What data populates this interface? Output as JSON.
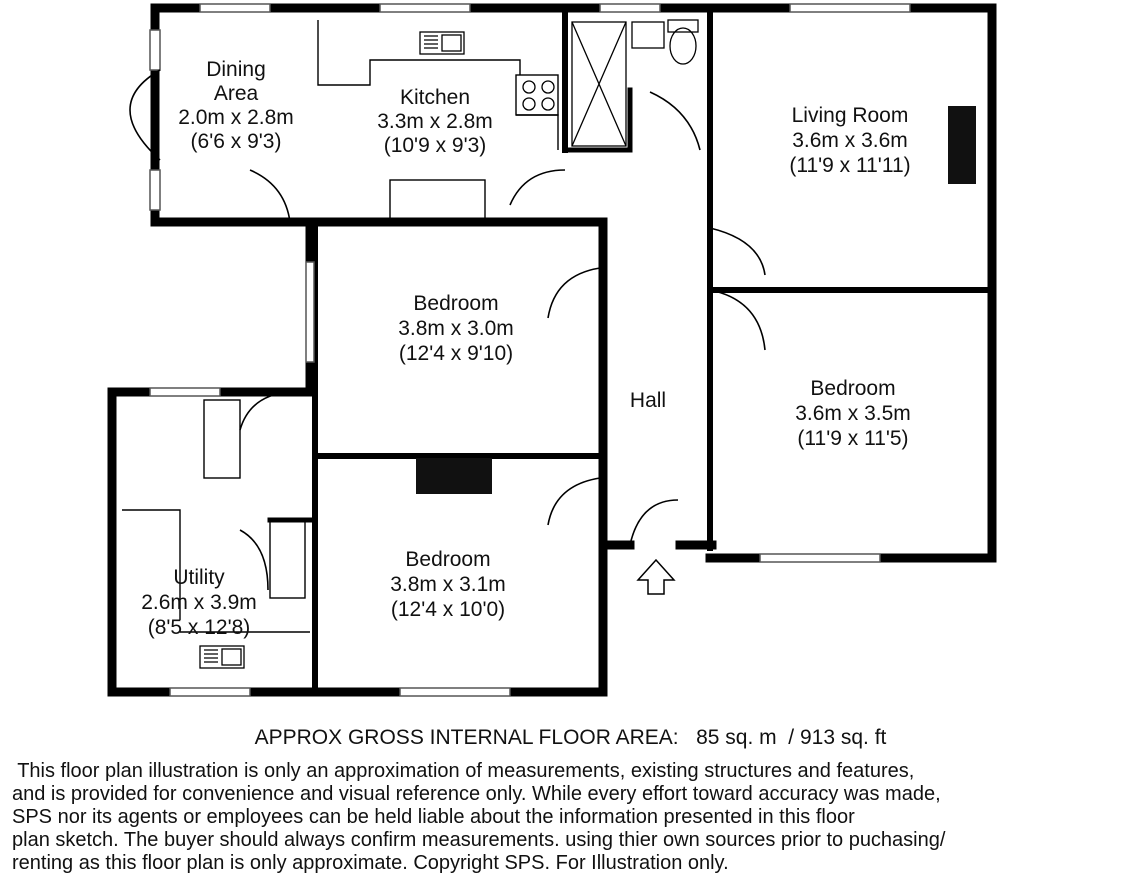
{
  "rooms": {
    "dining": {
      "name": "Dining",
      "name2": "Area",
      "metric": "2.0m x 2.8m",
      "imperial": "(6'6 x 9'3)"
    },
    "kitchen": {
      "name": "Kitchen",
      "metric": "3.3m x 2.8m",
      "imperial": "(10'9 x 9'3)"
    },
    "living": {
      "name": "Living Room",
      "metric": "3.6m x 3.6m",
      "imperial": "(11'9 x 11'11)"
    },
    "bedroom1": {
      "name": "Bedroom",
      "metric": "3.8m x 3.0m",
      "imperial": "(12'4 x 9'10)"
    },
    "hall": {
      "name": "Hall"
    },
    "bedroom2": {
      "name": "Bedroom",
      "metric": "3.6m x 3.5m",
      "imperial": "(11'9 x 11'5)"
    },
    "utility": {
      "name": "Utility",
      "metric": "2.6m x 3.9m",
      "imperial": "(8'5 x 12'8)"
    },
    "bedroom3": {
      "name": "Bedroom",
      "metric": "3.8m x 3.1m",
      "imperial": "(12'4 x 10'0)"
    }
  },
  "footer": {
    "area": "APPROX GROSS INTERNAL FLOOR AREA:   85 sq. m  / 913 sq. ft",
    "disclaimer": [
      " This floor plan illustration is only an approximation of measurements, existing structures and features,",
      "and is provided for convenience and visual reference only. While every effort toward accuracy was made,",
      "SPS nor its agents or employees can be held liable about the information presented in this floor",
      "plan sketch. The buyer should always confirm measurements. using thier own sources prior to puchasing/",
      "renting as this floor plan is only approximate. Copyright SPS. For Illustration only."
    ]
  },
  "icons": {
    "entrance": "entrance-arrow-icon",
    "sink": "sink-icon",
    "hob": "hob-icon",
    "shower": "shower-icon",
    "toilet": "toilet-icon",
    "fireplace": "fireplace-icon"
  }
}
